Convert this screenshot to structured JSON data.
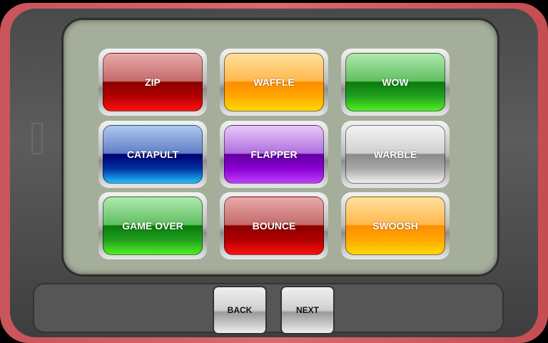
{
  "buttons": [
    {
      "label": "ZIP",
      "color": "red"
    },
    {
      "label": "WAFFLE",
      "color": "orange"
    },
    {
      "label": "WOW",
      "color": "green"
    },
    {
      "label": "CATAPULT",
      "color": "blue"
    },
    {
      "label": "FLAPPER",
      "color": "purple"
    },
    {
      "label": "WARBLE",
      "color": "silver"
    },
    {
      "label": "GAME OVER",
      "color": "green"
    },
    {
      "label": "BOUNCE",
      "color": "red"
    },
    {
      "label": "SWOOSH",
      "color": "orange"
    }
  ],
  "nav": {
    "back": "BACK",
    "next": "NEXT"
  }
}
